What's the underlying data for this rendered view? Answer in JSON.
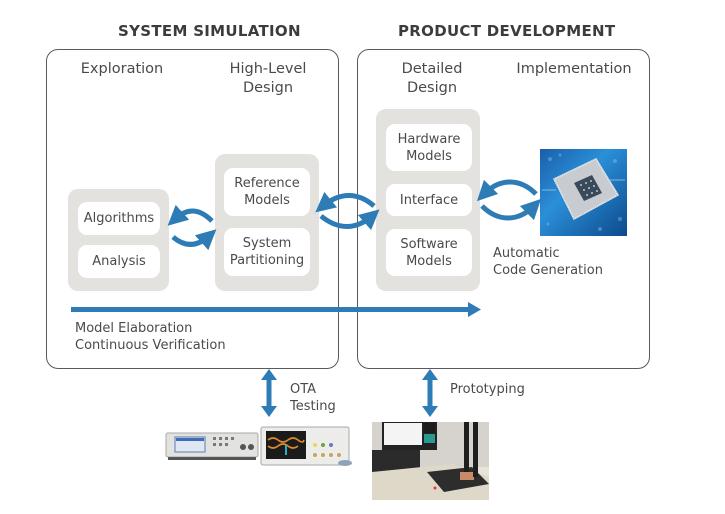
{
  "sections": {
    "system_simulation": {
      "title": "SYSTEM SIMULATION",
      "columns": {
        "exploration": "Exploration",
        "high_level_design": "High-Level\nDesign"
      },
      "exploration_boxes": [
        "Algorithms",
        "Analysis"
      ],
      "design_boxes": [
        "Reference\nModels",
        "System\nPartitioning"
      ]
    },
    "product_development": {
      "title": "PRODUCT DEVELOPMENT",
      "columns": {
        "detailed_design": "Detailed\nDesign",
        "implementation": "Implementation"
      },
      "detailed_boxes": [
        "Hardware\nModels",
        "Interface",
        "Software\nModels"
      ],
      "implementation_image": "processor-chip-image",
      "implementation_label": "Automatic\nCode Generation"
    }
  },
  "timeline": {
    "label": "Model Elaboration\nContinuous Verification"
  },
  "bottom": {
    "ota": {
      "label": "OTA\nTesting",
      "image": "test-instruments-image"
    },
    "prototyping": {
      "label": "Prototyping",
      "image": "prototype-hardware-image"
    }
  },
  "colors": {
    "arrow": "#2e7cb5",
    "group_bg": "#e4e2de",
    "panel_border": "#5a5a5a",
    "text": "#4a4a4a"
  }
}
